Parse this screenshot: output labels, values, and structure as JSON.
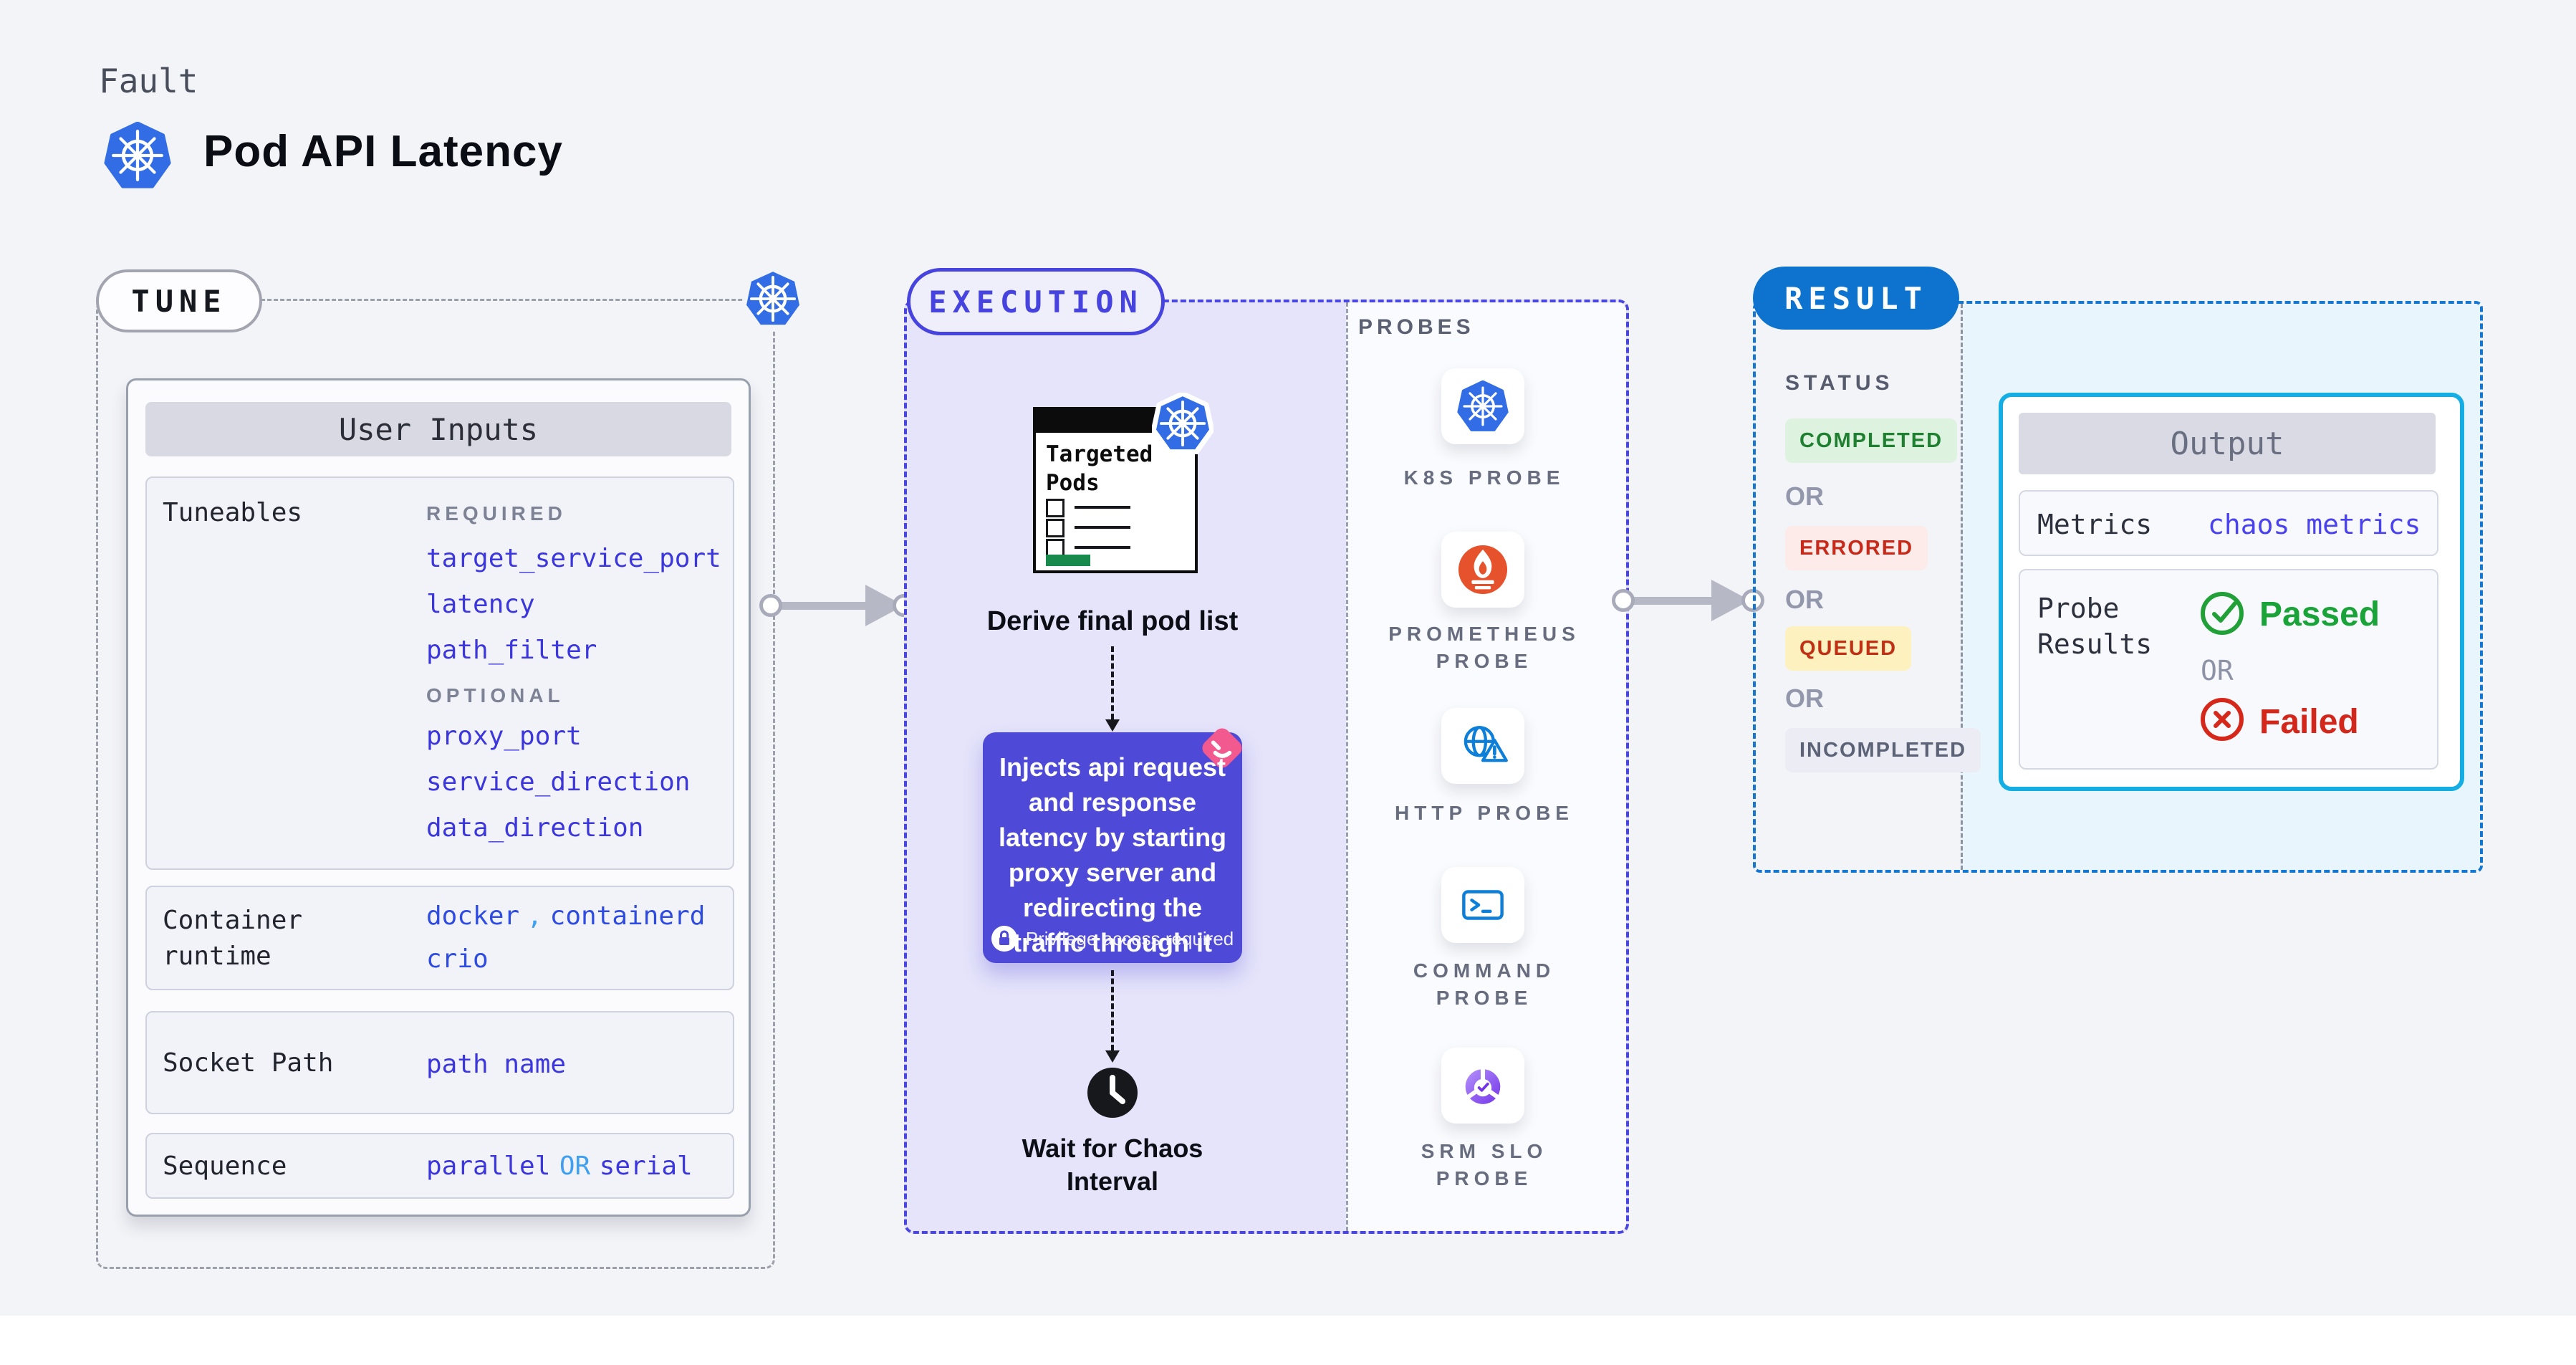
{
  "header": {
    "kicker": "Fault",
    "title": "Pod API Latency"
  },
  "tune": {
    "pill": "TUNE",
    "card_title": "User Inputs",
    "tuneables": {
      "label": "Tuneables",
      "required_label": "REQUIRED",
      "required": [
        "target_service_port",
        "latency",
        "path_filter"
      ],
      "optional_label": "OPTIONAL",
      "optional": [
        "proxy_port",
        "service_direction",
        "data_direction"
      ]
    },
    "container_runtime": {
      "label": "Container runtime",
      "value1": "docker",
      "separator": ",",
      "value2": "containerd",
      "value3": "crio"
    },
    "socket_path": {
      "label": "Socket Path",
      "value": "path name"
    },
    "sequence": {
      "label": "Sequence",
      "value1": "parallel",
      "or": "OR",
      "value2": "serial"
    }
  },
  "execution": {
    "pill": "EXECUTION",
    "targeted_pods_title": "Targeted Pods",
    "derive_label": "Derive final pod list",
    "inject_note": "Injects api request and response latency by starting proxy server and redirecting the traffic through it",
    "privilege_note": "Privilege access required",
    "wait_label": "Wait for Chaos Interval"
  },
  "probes": {
    "title": "PROBES",
    "items": [
      {
        "lines": [
          "K8S PROBE"
        ]
      },
      {
        "lines": [
          "PROMETHEUS",
          "PROBE"
        ]
      },
      {
        "lines": [
          "HTTP PROBE"
        ]
      },
      {
        "lines": [
          "COMMAND",
          "PROBE"
        ]
      },
      {
        "lines": [
          "SRM SLO",
          "PROBE"
        ]
      }
    ]
  },
  "result": {
    "pill": "RESULT",
    "status_label": "STATUS",
    "or_label": "OR",
    "statuses": [
      "COMPLETED",
      "ERRORED",
      "QUEUED",
      "INCOMPLETED"
    ],
    "output": {
      "title": "Output",
      "metrics_label": "Metrics",
      "metrics_value": "chaos metrics",
      "probe_results_label": "Probe Results",
      "passed": "Passed",
      "or_label": "OR",
      "failed": "Failed"
    }
  },
  "colors": {
    "accent_indigo": "#4743df",
    "accent_blue": "#0e73cf",
    "accent_cyan": "#14aee4",
    "kubernetes_blue": "#326de6",
    "prometheus_orange": "#e6522c",
    "purple_box": "#4e49d6",
    "passed_green": "#1aa339",
    "failed_red": "#d3271c",
    "queued_yellow_bg": "#fdf1c0",
    "completed_green_bg": "#def3df",
    "errored_red_bg": "#fcebe9"
  }
}
